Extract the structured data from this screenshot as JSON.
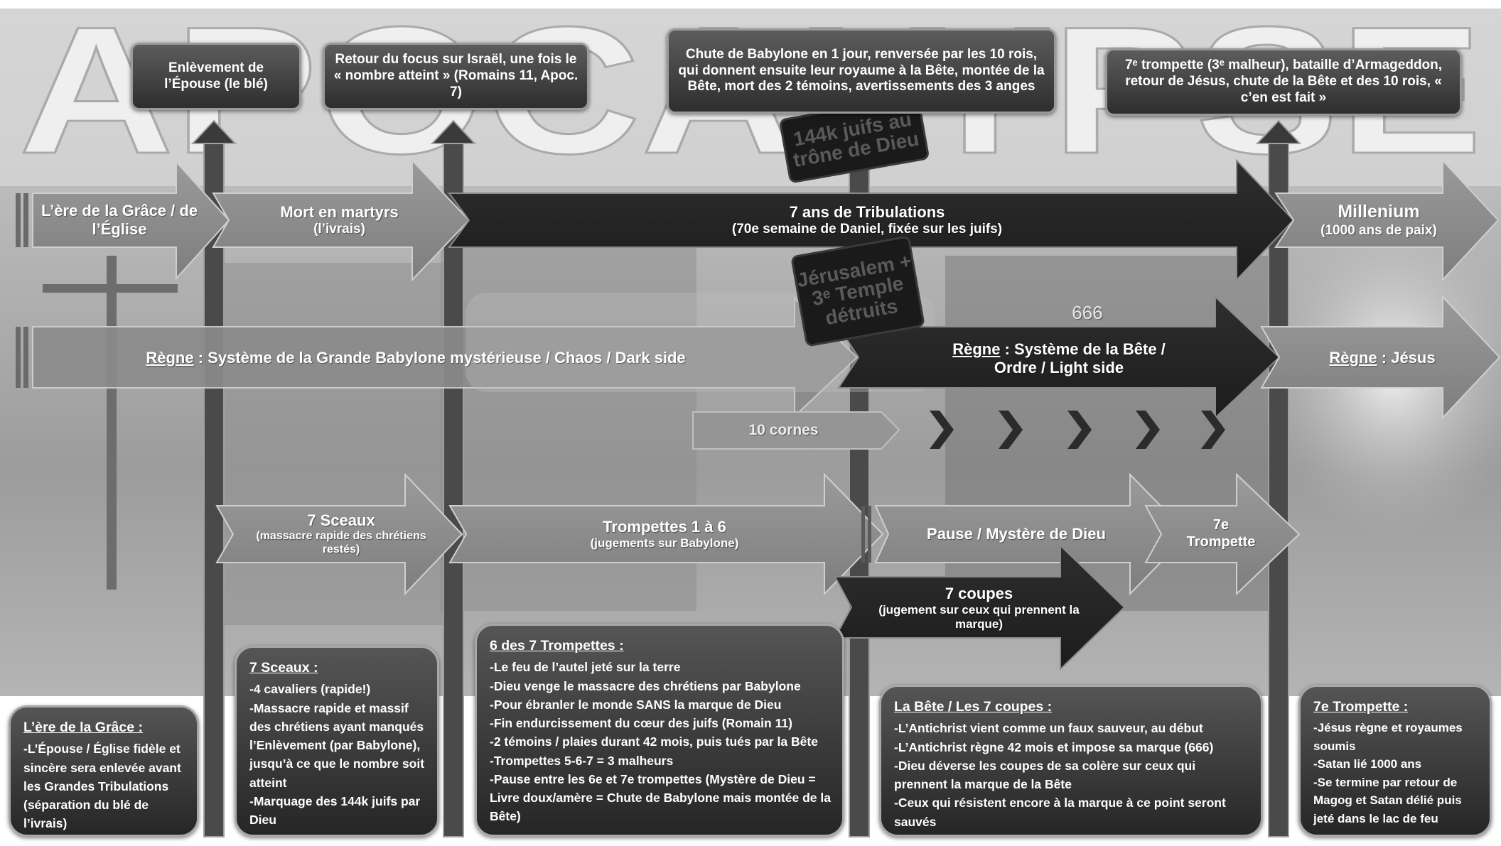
{
  "banner": {
    "title": "APOCALYPSE"
  },
  "top_callouts": {
    "enlevement": "Enlèvement de l’Épouse (le blé)",
    "retour_israel": "Retour du focus sur Israël, une fois le « nombre atteint » (Romains 11, Apoc. 7)",
    "babylone": "Chute de Babylone en 1 jour, renversée par les 10 rois, qui donnent ensuite leur royaume à la Bête, montée de la Bête, mort des 2 témoins, avertissements des 3 anges",
    "trompette7": "7ᵉ trompette (3ᵉ malheur), bataille d’Armageddon, retour de Jésus, chute de la Bête et des 10 rois, « c’en est fait »"
  },
  "stamps": {
    "juifs": "144k juifs au trône de Dieu",
    "jerusalem": "Jérusalem + 3ᵉ Temple détruits"
  },
  "eras": {
    "grace": {
      "title": "L’ère de la Grâce / de l’Église"
    },
    "martyrs": {
      "title": "Mort en martyrs",
      "sub": "(l’ivrais)"
    },
    "tribulations": {
      "title": "7 ans de Tribulations",
      "sub": "(70e semaine de Daniel, fixée sur les juifs)"
    },
    "millenium": {
      "title": "Millenium",
      "sub": "(1000 ans de paix)"
    }
  },
  "reigns": {
    "keyword": "Règne",
    "babylone": ": Système de la Grande Babylone mystérieuse / Chaos / Dark side",
    "bete_line1": ": Système de la Bête /",
    "bete_line2": "Ordre / Light side",
    "jesus": ": Jésus",
    "mark": "666"
  },
  "horns": {
    "label": "10 cornes"
  },
  "events": {
    "sceaux": {
      "title": "7 Sceaux",
      "sub": "(massacre rapide des chrétiens restés)"
    },
    "trompettes": {
      "title": "Trompettes 1 à 6",
      "sub": "(jugements sur Babylone)"
    },
    "pause": {
      "title": "Pause / Mystère de Dieu"
    },
    "septieme": {
      "title": "7e Trompette"
    },
    "coupes": {
      "title": "7 coupes",
      "sub": "(jugement sur ceux qui prennent la marque)"
    }
  },
  "boxes": {
    "grace": {
      "heading": "L’ère de la Grâce :",
      "items": [
        "-L’Épouse  / Église fidèle et sincère sera enlevée avant les Grandes Tribulations (séparation du blé de l’ivrais)"
      ]
    },
    "sceaux": {
      "heading": "7 Sceaux :",
      "items": [
        "-4 cavaliers (rapide!)",
        "-Massacre rapide et massif des chrétiens ayant manqués l’Enlèvement (par Babylone), jusqu’à ce que le nombre soit atteint",
        "-Marquage des 144k juifs par Dieu"
      ]
    },
    "trompettes": {
      "heading": "6 des 7 Trompettes :",
      "items": [
        "-Le feu de l’autel jeté sur la terre",
        "-Dieu venge le massacre des chrétiens par Babylone",
        "-Pour ébranler le monde SANS la marque de Dieu",
        "-Fin endurcissement du cœur des juifs (Romain 11)",
        "-2 témoins / plaies durant 42 mois, puis tués par la Bête",
        "-Trompettes 5-6-7 = 3 malheurs",
        "-Pause entre les 6e et 7e trompettes (Mystère de Dieu = Livre doux/amère = Chute de Babylone mais montée de la Bête)"
      ]
    },
    "bete": {
      "heading": "La Bête / Les 7 coupes :",
      "items": [
        "-L’Antichrist vient comme un faux sauveur, au début",
        "-L’Antichrist règne 42 mois et impose sa marque (666)",
        "-Dieu déverse les coupes de sa colère sur ceux qui prennent la marque de la Bête",
        "-Ceux qui résistent encore à la marque à ce point seront sauvés"
      ]
    },
    "septieme": {
      "heading": "7e Trompette :",
      "items": [
        "-Jésus règne et royaumes soumis",
        "-Satan lié 1000 ans",
        "-Se termine par retour de Magog et Satan délié puis jeté dans le lac de feu"
      ]
    }
  }
}
